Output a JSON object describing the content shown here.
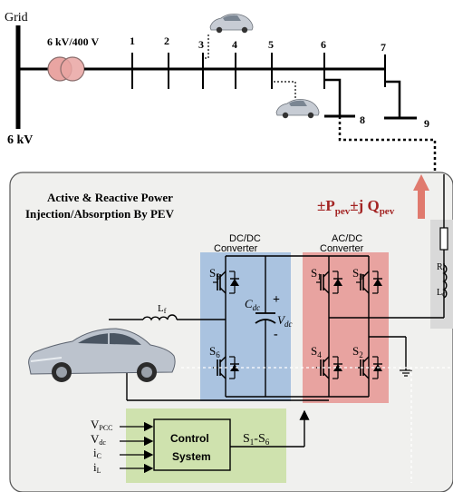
{
  "grid": {
    "top_label": "Grid",
    "transformer_label": "6 kV/400 V",
    "voltage_label": "6 kV"
  },
  "buses": [
    "1",
    "2",
    "3",
    "4",
    "5",
    "6",
    "7",
    "8",
    "9"
  ],
  "panel": {
    "title_line1": "Active & Reactive Power",
    "title_line2": "Injection/Absorption By PEV",
    "power_base": "±P",
    "power_sub1": "pev",
    "power_mid": "±j Q",
    "power_sub2": "pev"
  },
  "converters": {
    "dcdc_line1": "DC/DC",
    "dcdc_line2": "Converter",
    "acdc_line1": "AC/DC",
    "acdc_line2": "Converter",
    "s5": "S",
    "s5_sub": "5",
    "s6": "S",
    "s6_sub": "6",
    "s1": "S",
    "s1_sub": "1",
    "s3": "S",
    "s3_sub": "3",
    "s4": "S",
    "s4_sub": "4",
    "s2": "S",
    "s2_sub": "2",
    "cdc": "C",
    "cdc_sub": "dc",
    "vdc": "V",
    "vdc_sub": "dc",
    "plus": "+",
    "minus": "-"
  },
  "filter": {
    "lf": "L",
    "lf_sub": "f",
    "rc": "R",
    "rc_sub": "C",
    "lc": "L",
    "lc_sub": "C"
  },
  "control": {
    "block_line1": "Control",
    "block_line2": "System",
    "output": "S",
    "output_sub1": "1",
    "output_mid": "-S",
    "output_sub2": "6",
    "inputs": [
      {
        "base": "V",
        "sub": "PCC"
      },
      {
        "base": "V",
        "sub": "dc"
      },
      {
        "base": "i",
        "sub": "C"
      },
      {
        "base": "i",
        "sub": "L"
      }
    ]
  },
  "colors": {
    "transformer": "#e9a5a2",
    "dcdc_box": "#aac3e0",
    "acdc_box": "#e8a3a0",
    "control_box": "#cfe2ae",
    "panel_bg": "#f0f0ee",
    "power_text": "#a32423",
    "arrow": "#e07a6e"
  }
}
